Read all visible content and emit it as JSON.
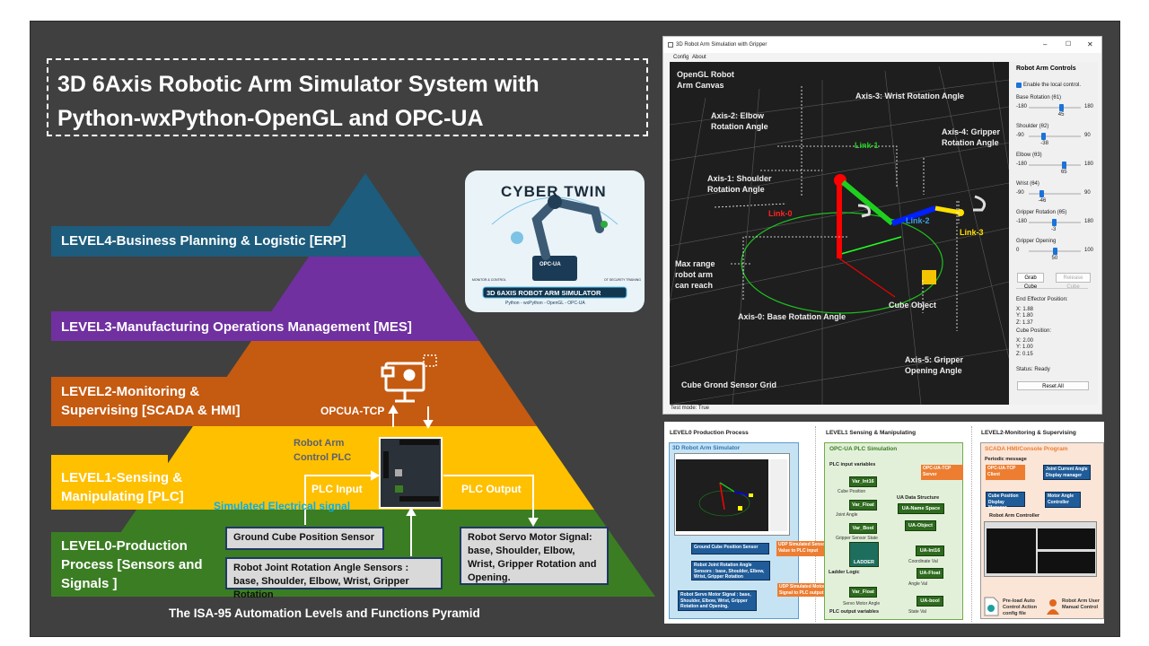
{
  "title": {
    "line1": "3D 6Axis Robotic Arm Simulator System with",
    "line2": "Python-wxPython-OpenGL and OPC-UA"
  },
  "pyramid": {
    "colors": {
      "level4": "#1d5c7c",
      "level3": "#7030a0",
      "level2": "#c55a11",
      "level1": "#ffc000",
      "level0": "#3b7d23"
    },
    "level4": "LEVEL4-Business Planning & Logistic [ERP]",
    "level3": "LEVEL3-Manufacturing Operations Management [MES]",
    "level2": [
      "LEVEL2-Monitoring &",
      "Supervising [SCADA & HMI]"
    ],
    "level1": [
      "LEVEL1-Sensing &",
      "Manipulating [PLC]"
    ],
    "level0": [
      "LEVEL0-Production",
      "Process [Sensors and",
      "Signals ]"
    ],
    "opcua_tcp": "OPCUA-TCP",
    "plc_label": [
      "Robot Arm",
      "Control PLC"
    ],
    "plc_input": "PLC Input",
    "plc_output": "PLC Output",
    "simulated_signal": "Simulated Electrical signal",
    "ground_sensor": "Ground Cube Position Sensor",
    "joint_sensors": "Robot Joint Rotation Angle Sensors : base, Shoulder, Elbow, Wrist, Gripper Rotation",
    "servo_signal": "Robot Servo Motor Signal: base, Shoulder, Elbow, Wrist, Gripper Rotation and Opening.",
    "caption": "The ISA-95 Automation Levels and Functions Pyramid"
  },
  "logo": {
    "brand": "CYBER TWIN",
    "banner": "3D 6AXIS ROBOT ARM SIMULATOR",
    "subtitle": "Python - wxPython - OpenGL - OPC-UA",
    "badge": "OPC-UA",
    "left_caption": "MONITOR & CONTROL",
    "right_caption": "OT SECURITY TRAINING"
  },
  "window": {
    "title": "3D Robot Arm Simulation with Gripper",
    "menu": [
      "Config",
      "About"
    ],
    "status_bar": "Test mode: True",
    "canvas_labels": {
      "canvas": [
        "OpenGL Robot",
        "Arm Canvas"
      ],
      "axis3": "Axis-3: Wrist Rotation Angle",
      "axis2": [
        "Axis-2: Elbow",
        "Rotation Angle"
      ],
      "axis4": [
        "Axis-4: Gripper",
        "Rotation Angle"
      ],
      "axis1": [
        "Axis-1: Shoulder",
        "Rotation Angle"
      ],
      "axis0": "Axis-0: Base Rotation Angle",
      "axis5": [
        "Axis-5: Gripper",
        "Opening Angle"
      ],
      "link0": "Link-0",
      "link1": "Link-1",
      "link2": "Link-2",
      "link3": "Link-3",
      "max_range": [
        "Max range",
        "robot arm",
        "can reach"
      ],
      "cube": "Cube Object",
      "grid": "Cube Grond Sensor Grid"
    },
    "controls": {
      "heading": "Robot Arm Controls",
      "enable_label": "Enable the local control.",
      "enable_checked": true,
      "sliders": [
        {
          "label": "Base Rotation (θ1)",
          "min": -180,
          "max": 180,
          "value": 45
        },
        {
          "label": "Shoulder (θ2)",
          "min": -90,
          "max": 90,
          "value": -38
        },
        {
          "label": "Elbow (θ3)",
          "min": -180,
          "max": 180,
          "value": 65
        },
        {
          "label": "Wrist (θ4)",
          "min": -90,
          "max": 90,
          "value": -46
        },
        {
          "label": "Gripper Rotation (θ5)",
          "min": -180,
          "max": 180,
          "value": -3
        },
        {
          "label": "Gripper Opening",
          "min": 0,
          "max": 100,
          "value": 50
        }
      ],
      "grab": "Grab Cube",
      "release": "Release Cube",
      "end_effector": {
        "heading": "End Effector Position:",
        "x": "X: 1.88",
        "y": "Y: 1.80",
        "z": "Z: 1.37"
      },
      "cube_pos": {
        "heading": "Cube Position:",
        "x": "X: 2.00",
        "y": "Y: 1.00",
        "z": "Z: 0.15"
      },
      "status": "Status: Ready",
      "reset": "Reset All"
    }
  },
  "diagram": {
    "sections": [
      "LEVEL0 Production Process",
      "LEVEL1 Sensing & Manipulating",
      "LEVEL2-Monitoring & Supervising"
    ],
    "sim_title": "3D Robot Arm Simulator",
    "ground_sensor": "Ground Cube Position Sensor",
    "joint_sensors": "Robot Joint Rotation Angle Sensors : base, Shoulder, Elbow, Wrist, Gripper Rotation",
    "servo": "Robot Servo Motor Signal : base, Shoulder, Elbow, Wrist, Gripper Rotation and Opening.",
    "udp_in": "UDP Simulated Sensor Value to PLC input",
    "udp_out": "UDP Simulated Motor Signal to PLC output",
    "plc_title": "OPC-UA PLC Simulation",
    "plc_inputs": "PLC input variables",
    "plc_outputs": "PLC output variables",
    "var_int16": "Var_Int16",
    "cube_position": "Cube Position",
    "var_float": "Var_Float",
    "joint_angle": "Joint Angle",
    "var_bool": "Var_Bool",
    "gripper_state": "Gripper Sensor State",
    "ladder": "LADDER",
    "ladder_logic": "Ladder Logic",
    "var_float_out": "Var_Float",
    "servo_angle": "Servo Motor Angle",
    "ua_struct": "UA Data Structure",
    "ua_ns": "UA-Name Space",
    "ua_obj": "UA-Object",
    "ua_int16": "UA-Int16",
    "coord_val": "Coordinate Val",
    "ua_float": "UA-Float",
    "angle_val": "Angle Val",
    "ua_bool": "UA-bool",
    "state_val": "State Val",
    "server": "OPC-UA-TCP Server",
    "scada_title": "SCADA HMI/Console Program",
    "periodic": "Periodic message",
    "client": "OPC-UA-TCP Client",
    "joint_display": "Joint Current Angle Display manager",
    "cube_display": "Cube Position Display Manager",
    "motor_ctrl": "Motor Angle Controller",
    "arm_ctrl": "Robot Arm Controller",
    "preload": "Pre-load Auto Control Action config file",
    "manual": "Robot Arm User Manual Control"
  }
}
